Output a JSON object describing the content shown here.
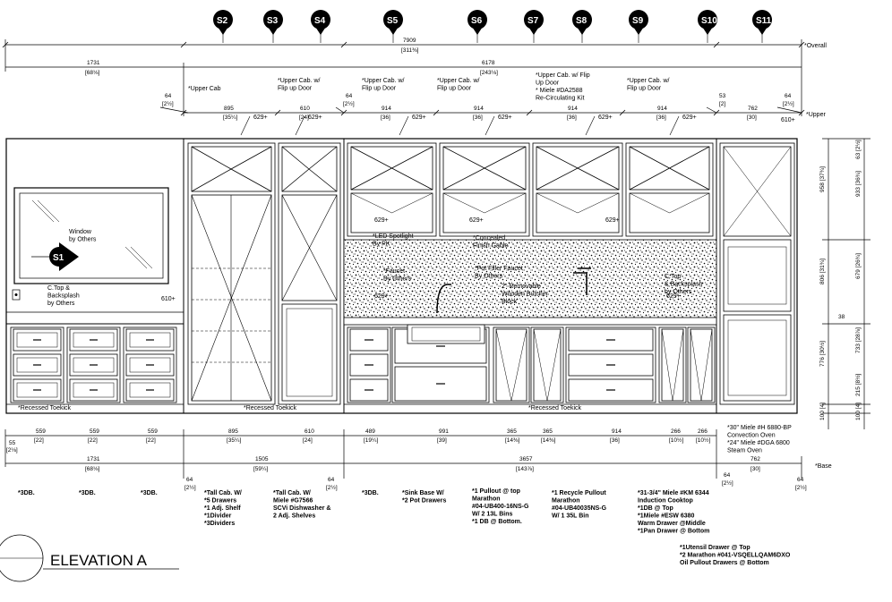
{
  "title": "ELEVATION A",
  "sections": [
    "S2",
    "S3",
    "S4",
    "S5",
    "S6",
    "S7",
    "S8",
    "S9",
    "S10",
    "S11"
  ],
  "section_window": "S1",
  "dims": {
    "overall": "7909",
    "overall_in": "[311⅜]",
    "overall_label": "*Overall",
    "left_run": "1731",
    "left_run_in": "[68⅛]",
    "mid_run": "6178",
    "mid_run_in": "[243⅛]",
    "upper_label": "*Upper",
    "base_label": "*Base",
    "upper_segs": [
      {
        "v": "895",
        "i": "[35¼]"
      },
      {
        "v": "610",
        "i": "[24]"
      },
      {
        "v": "914",
        "i": "[36]"
      },
      {
        "v": "914",
        "i": "[36]"
      },
      {
        "v": "914",
        "i": "[36]"
      },
      {
        "v": "914",
        "i": "[36]"
      },
      {
        "v": "762",
        "i": "[30]"
      }
    ],
    "small_64": "64",
    "small_64_in": "[2½]",
    "small_53": "53",
    "small_53_in": "[2]",
    "height_629": "629+",
    "height_610": "610+",
    "base_segs": [
      {
        "v": "559",
        "i": "[22]"
      },
      {
        "v": "559",
        "i": "[22]"
      },
      {
        "v": "559",
        "i": "[22]"
      },
      {
        "v": "895",
        "i": "[35¼]"
      },
      {
        "v": "610",
        "i": "[24]"
      },
      {
        "v": "489",
        "i": "[19¼]"
      },
      {
        "v": "991",
        "i": "[39]"
      },
      {
        "v": "365",
        "i": "[14⅜]"
      },
      {
        "v": "365",
        "i": "[14⅜]"
      },
      {
        "v": "914",
        "i": "[36]"
      },
      {
        "v": "266",
        "i": "[10½]"
      },
      {
        "v": "266",
        "i": "[10½]"
      }
    ],
    "base_55": "55",
    "base_55_in": "[2⅛]",
    "bottom_1731": "1731",
    "bottom_1731_in": "[68⅛]",
    "bottom_1505": "1505",
    "bottom_1505_in": "[59¼]",
    "bottom_3657": "3657",
    "bottom_3657_in": "[143⅞]",
    "bottom_762": "762",
    "bottom_762_in": "[30]",
    "right_vert": [
      {
        "v": "958",
        "i": "[37¾]"
      },
      {
        "v": "806",
        "i": "[31¾]"
      },
      {
        "v": "776",
        "i": "[30½]"
      },
      {
        "v": "100",
        "i": "[4]"
      }
    ],
    "right_vert2": [
      {
        "v": "933",
        "i": "[36¾]"
      },
      {
        "v": "63",
        "i": "[2½]"
      },
      {
        "v": "679",
        "i": "[26¾]"
      },
      {
        "v": "733",
        "i": "[28⅞]"
      },
      {
        "v": "215",
        "i": "[8½]"
      },
      {
        "v": "100",
        "i": "[4]"
      }
    ],
    "h_38": "38"
  },
  "top_notes": [
    "*Upper Cab",
    "*Upper Cab. w/\nFlip up Door",
    "*Upper Cab. w/\nFlip up Door",
    "*Upper Cab. w/\nFlip up Door",
    "*Upper Cab. w/ Flip\nUp Door\n* Miele #DA2588\nRe-Circulating Kit",
    "*Upper Cab. w/\nFlip up Door"
  ],
  "callouts": {
    "window": "Window\nby Others",
    "ctop_left": "C.Top &\nBacksplash\nby Others",
    "led": "*LED Spotlight\nBy PK",
    "gable": "*Concealed\nFinish Gable",
    "faucet": "*Faucet\nBy Others",
    "pot_filler": "*Pot Filler Faucet\nBy Others",
    "butcher": "2\" Removable\nWooden Butcher\nBlock",
    "ctop_right": "C.Top\n& Backsplash\nby Others",
    "toekick": "*Recessed Toekick",
    "oven": "*30\" Miele #H 6880-BP\nConvection Oven\n*24\" Miele #DGA 6800\nSteam Oven"
  },
  "bottom_notes": [
    "*3DB.",
    "*3DB.",
    "*3DB.",
    "*Tall Cab. W/\n*5 Drawers\n*1 Adj. Shelf\n*1Divider\n*3Dividers",
    "*Tall Cab. W/\nMiele #G7566\nSCVi Dishwasher &\n2 Adj. Shelves",
    "*3DB.",
    "*Sink Base W/\n*2 Pot Drawers",
    "*1 Pullout @ top\nMarathon\n#04-UB400-16NS-G\nW/ 2 13L Bins\n*1 DB @ Bottom.",
    "*1 Recycle Pullout\nMarathon\n#04-UB40035NS-G\nW/ 1 35L Bin",
    "*31-3/4\" Miele #KM 6344\nInduction Cooktop\n*1DB @ Top\n*1Miele #ESW 6380\nWarm Drawer @Middle\n*1Pan Drawer @ Bottom",
    "*1Utensil Drawer @ Top\n*2 Marathon #041-VSQELLQAM6DXO\nOil Pullout Drawers @ Bottom"
  ]
}
